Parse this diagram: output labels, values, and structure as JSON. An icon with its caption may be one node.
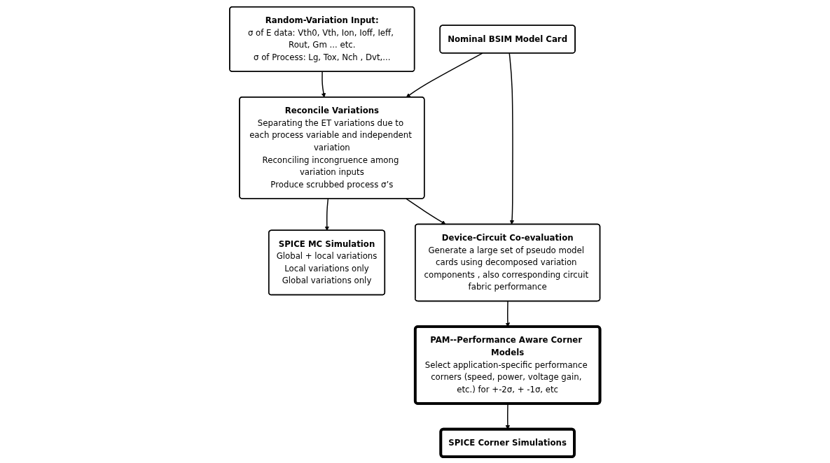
{
  "diagram": {
    "nodes": [
      {
        "text": [
          "Nominal BSIM Model Card"
        ]
      },
      {
        "text": [
          "Random-Variation Input:",
          "σ of E data: Vth0, Vth, Ion, Ioff, Ieff, Rout, Gm ... etc.",
          "σ of Process: Lg, Tox, Nch , Dvt,..."
        ]
      },
      {
        "text": [
          "Reconcile Variations",
          "Separating the ET variations due to each process variable and independent variation",
          "Reconciling incongruence among variation inputs",
          "Produce scrubbed process σ’s"
        ]
      },
      {
        "text": [
          "SPICE MC Simulation",
          "Global + local variations",
          "Local variations only",
          "Global variations only"
        ]
      },
      {
        "text": [
          "Device-Circuit Co-evaluation",
          "Generate a large set of pseudo model cards using decomposed variation components , also corresponding circuit fabric performance"
        ]
      },
      {
        "text": [
          "PAM--Performance Aware Corner Models",
          "Select application-specific performance corners (speed, power, voltage gain, etc.) for +-2σ, + -1σ, etc"
        ]
      },
      {
        "text": [
          "SPICE Corner Simulations"
        ]
      }
    ],
    "edges": [
      {
        "from": 0,
        "to": 2,
        "arrow": "to"
      },
      {
        "from": 1,
        "to": 2,
        "arrow": "to"
      },
      {
        "from": 0,
        "to": 4,
        "arrow": "to"
      },
      {
        "from": 2,
        "to": 3,
        "arrow": "to"
      },
      {
        "from": 2,
        "to": 4,
        "arrow": "to"
      },
      {
        "from": 4,
        "to": 5,
        "arrow": "to"
      },
      {
        "from": 5,
        "to": 6,
        "arrow": "to"
      }
    ]
  }
}
